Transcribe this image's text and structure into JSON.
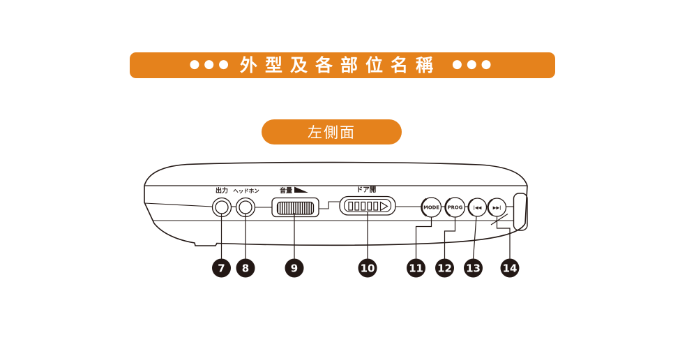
{
  "header": {
    "dots_left": "●●●",
    "title": "外型及各部位名稱",
    "dots_right": "●●●"
  },
  "section_badge": {
    "label": "左側面"
  },
  "diagram": {
    "part_labels": {
      "output": "出力",
      "headphone": "ヘッドホン",
      "volume": "音量",
      "door_open": "ドア開"
    },
    "button_labels": {
      "mode": "MODE",
      "prog": "PROG",
      "prev": "|◀◀",
      "next": "▶▶|"
    },
    "callouts": [
      {
        "num": "7"
      },
      {
        "num": "8"
      },
      {
        "num": "9"
      },
      {
        "num": "10"
      },
      {
        "num": "11"
      },
      {
        "num": "12"
      },
      {
        "num": "13"
      },
      {
        "num": "14"
      }
    ]
  },
  "colors": {
    "accent_orange": "#E5821C",
    "line_dark": "#231815",
    "background": "#FFFFFF"
  }
}
